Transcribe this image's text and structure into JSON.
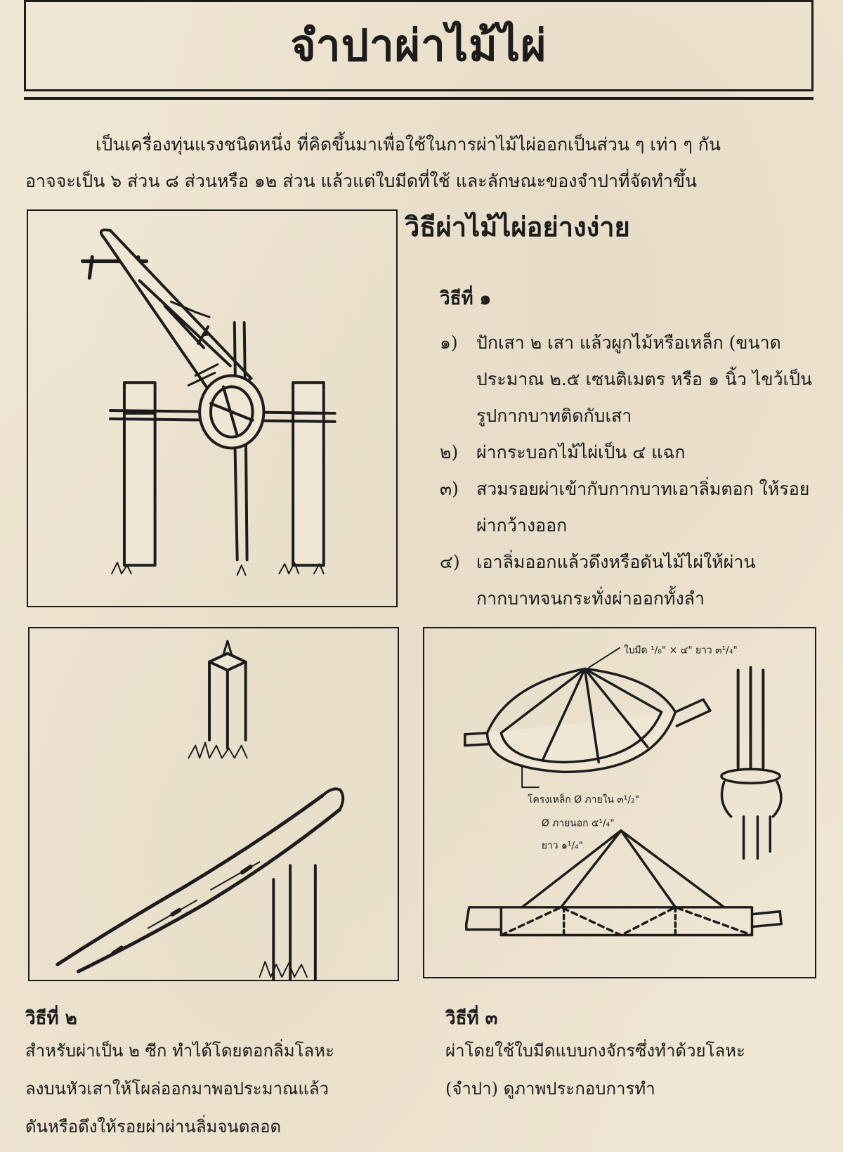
{
  "title": "จำปาผ่าไม้ไผ่",
  "intro": {
    "line1": "เป็นเครื่องทุ่นแรงชนิดหนึ่ง   ที่คิดขึ้นมาเพื่อใช้ในการผ่าไม้ไผ่ออกเป็นส่วน ๆ เท่า ๆ กัน",
    "line2": "อาจจะเป็น ๖ ส่วน ๘ ส่วนหรือ ๑๒ ส่วน   แล้วแต่ใบมีดที่ใช้   และลักษณะของจำปาที่จัดทำขึ้น"
  },
  "section_heading": "วิธีผ่าไม้ไผ่อย่างง่าย",
  "method1": {
    "label": "วิธีที่ ๑",
    "steps": [
      {
        "num": "๑)",
        "text": "ปักเสา ๒ เสา   แล้วผูกไม้หรือเหล็ก (ขนาดประมาณ ๒.๕ เซนติเมตร  หรือ ๑ นิ้ว ไขว้เป็นรูปกากบาทติดกับเสา"
      },
      {
        "num": "๒)",
        "text": "ผ่ากระบอกไม้ไผ่เป็น ๔ แฉก"
      },
      {
        "num": "๓)",
        "text": "สวมรอยผ่าเข้ากับกากบาทเอาลิ่มตอก ให้รอยผ่ากว้างออก"
      },
      {
        "num": "๔)",
        "text": "เอาลิ่มออกแล้วดึงหรือดันไม้ไผ่ให้ผ่านกากบาทจนกระทั่งผ่าออกทั้งลำ"
      }
    ]
  },
  "method2": {
    "label": "วิธีที่ ๒",
    "lines": [
      "สำหรับผ่าเป็น ๒ ซีก   ทำได้โดยตอกลิ่มโลหะ",
      "ลงบนหัวเสาให้โผล่ออกมาพอประมาณแล้ว",
      "ดันหรือดึงให้รอยผ่าผ่านลิ่มจนตลอด"
    ]
  },
  "method3": {
    "label": "วิธีที่ ๓",
    "lines": [
      "ผ่าโดยใช้ใบมีดแบบกงจักรซึ่งทำด้วยโลหะ",
      "(จำปา) ดูภาพประกอบการทำ"
    ]
  },
  "diagram3": {
    "blade_label": "ใบมีด ¹/₈\" × ๔\"  ยาว ๓¹/₄\"",
    "frame_label": "โครงเหล็ก Ø ภายใน ๓¹/₂\"",
    "outer_label": "Ø ภายนอก ๕¹/₄\"",
    "length_label": "ยาว ๑¹/₄\""
  }
}
